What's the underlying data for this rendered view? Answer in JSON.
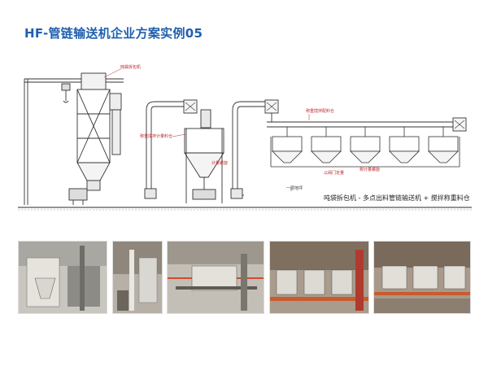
{
  "page": {
    "title": "HF-管链输送机企业方案实例05"
  },
  "diagram": {
    "labels": {
      "bag_unloader": "吨袋拆包机",
      "weigh_bin_left": "称重搅拌计量料仓",
      "weigh_bin_right": "称重搅拌配料仓",
      "feeder": "计量螺旋",
      "mid_note_1": "计量螺旋",
      "mid_note_2": "以阀门定量",
      "scale_screw": "称计量螺旋",
      "ground": "一层地坪"
    },
    "caption": "吨袋拆包机 - 多点出料管链输送机 + 搅拌称重料仓"
  },
  "photos": [
    {
      "name": "photo-1",
      "scene": "workshop-machine"
    },
    {
      "name": "photo-2",
      "scene": "conveyor-column"
    },
    {
      "name": "photo-3",
      "scene": "upper-platform"
    },
    {
      "name": "photo-4",
      "scene": "mixing-bins-row"
    },
    {
      "name": "photo-5",
      "scene": "mixing-bins-overview"
    }
  ]
}
